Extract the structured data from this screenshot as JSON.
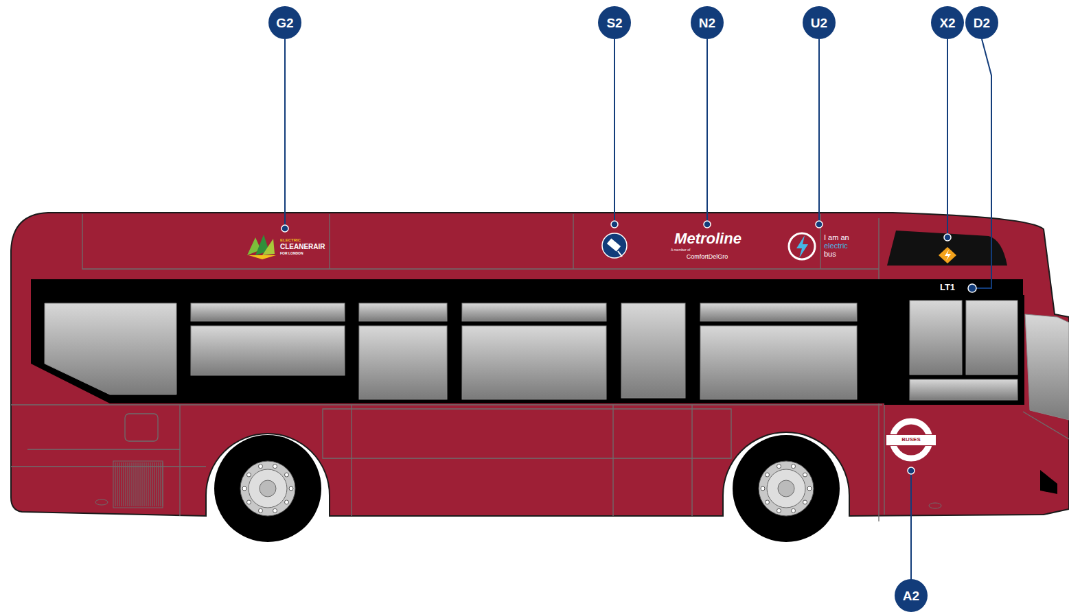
{
  "diagram": {
    "nodes": [
      {
        "text": [
          "G2"
        ]
      },
      {
        "text": [
          "S2"
        ]
      },
      {
        "text": [
          "N2"
        ]
      },
      {
        "text": [
          "U2"
        ]
      },
      {
        "text": [
          "X2"
        ]
      },
      {
        "text": [
          "D2"
        ]
      },
      {
        "text": [
          "BUSES"
        ]
      },
      {
        "text": [
          "A2"
        ]
      }
    ],
    "edges": [],
    "labels": [
      "ELECTRIC",
      "CLEANERAIR",
      "FOR LONDON",
      "Metroline",
      "A member of",
      "ComfortDelGro",
      "I am an",
      "electric",
      "bus",
      "LT1"
    ]
  }
}
